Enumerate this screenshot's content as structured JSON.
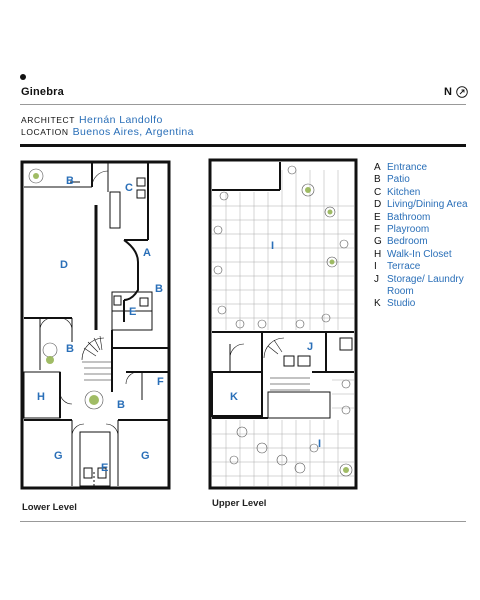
{
  "header": {
    "title": "Ginebra",
    "north_label": "N",
    "architect_label": "ARCHITECT",
    "architect_value": "Hernán Landolfo",
    "location_label": "LOCATION",
    "location_value": "Buenos Aires, Argentina"
  },
  "legend": [
    {
      "letter": "A",
      "label": "Entrance"
    },
    {
      "letter": "B",
      "label": "Patio"
    },
    {
      "letter": "C",
      "label": "Kitchen"
    },
    {
      "letter": "D",
      "label": "Living/Dining Area"
    },
    {
      "letter": "E",
      "label": "Bathroom"
    },
    {
      "letter": "F",
      "label": "Playroom"
    },
    {
      "letter": "G",
      "label": "Bedroom"
    },
    {
      "letter": "H",
      "label": "Walk-In Closet"
    },
    {
      "letter": "I",
      "label": "Terrace"
    },
    {
      "letter": "J",
      "label": "Storage/ Laundry Room"
    },
    {
      "letter": "K",
      "label": "Studio"
    }
  ],
  "captions": {
    "lower": "Lower Level",
    "upper": "Upper Level"
  },
  "plan_labels": {
    "lower": [
      "B",
      "C",
      "A",
      "D",
      "B",
      "E",
      "B",
      "H",
      "F",
      "B",
      "G",
      "E",
      "G"
    ],
    "upper": [
      "I",
      "J",
      "K",
      "I"
    ]
  },
  "colors": {
    "accent": "#2a6fb8",
    "walls": "#111111",
    "plants": "#6f8f3a"
  }
}
